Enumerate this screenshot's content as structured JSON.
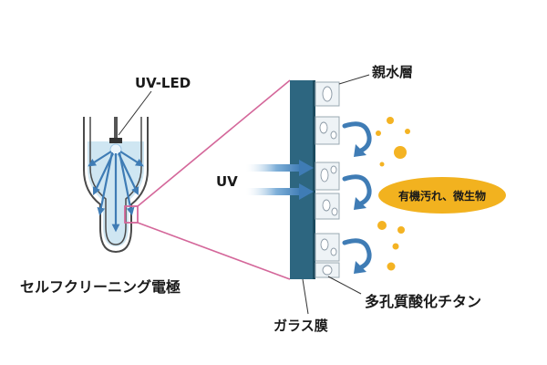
{
  "labels": {
    "uv_led": "UV-LED",
    "electrode": "セルフクリーニング電極",
    "uv": "UV",
    "hydrophilic_layer": "親水層",
    "porous_titanium": "多孔質酸化チタン",
    "glass_film": "ガラス膜",
    "contaminants": "有機汚れ、微生物"
  },
  "colors": {
    "glass": "#2d6680",
    "arrow_blue": "#3f7cb5",
    "water": "#cfe6f2",
    "magnify_line": "#d4679a",
    "contaminant_ellipse": "#f2b21f",
    "particle": "#f4b323"
  }
}
